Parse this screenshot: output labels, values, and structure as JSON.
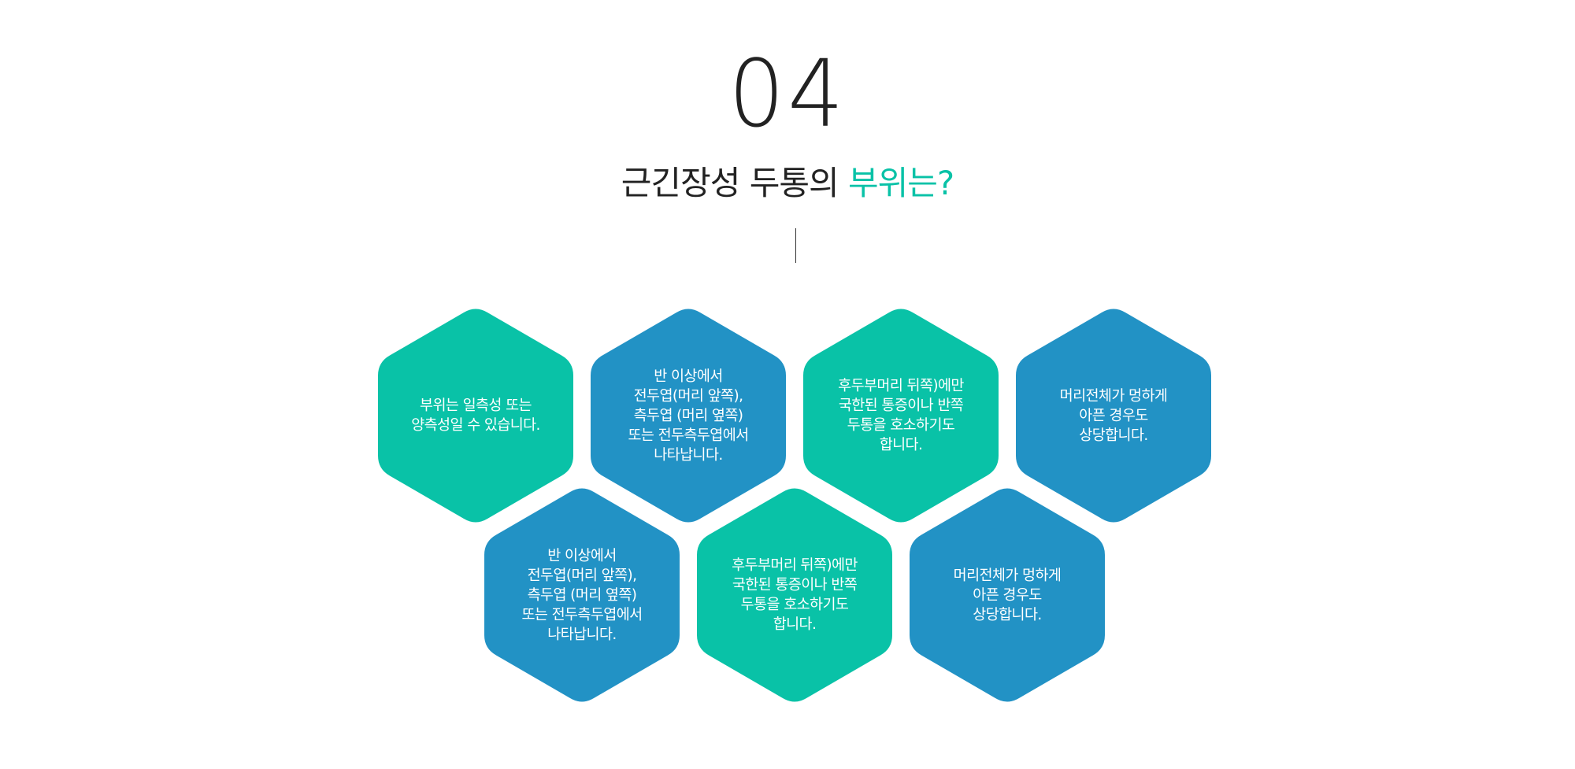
{
  "section": {
    "number": "04",
    "title_prefix": "근긴장성 두통의 ",
    "title_accent": "부위는?"
  },
  "colors": {
    "teal": "#09c2a7",
    "blue": "#2292c5",
    "title_text": "#222222"
  },
  "hexagons": [
    {
      "text": "부위는 일측성 또는\n양측성일 수 있습니다.",
      "color": "teal"
    },
    {
      "text": "반 이상에서\n전두엽(머리 앞쪽),\n측두엽 (머리 옆쪽)\n또는 전두측두엽에서\n나타납니다.",
      "color": "blue"
    },
    {
      "text": "후두부머리 뒤쪽)에만\n국한된 통증이나 반쪽\n두통을 호소하기도\n합니다.",
      "color": "teal"
    },
    {
      "text": "머리전체가 멍하게\n아픈 경우도\n상당합니다.",
      "color": "blue"
    },
    {
      "text": "반 이상에서\n전두엽(머리 앞쪽),\n측두엽 (머리 옆쪽)\n또는 전두측두엽에서\n나타납니다.",
      "color": "blue"
    },
    {
      "text": "후두부머리 뒤쪽)에만\n국한된 통증이나 반쪽\n두통을 호소하기도\n합니다.",
      "color": "teal"
    },
    {
      "text": "머리전체가 멍하게\n아픈 경우도\n상당합니다.",
      "color": "blue"
    }
  ]
}
